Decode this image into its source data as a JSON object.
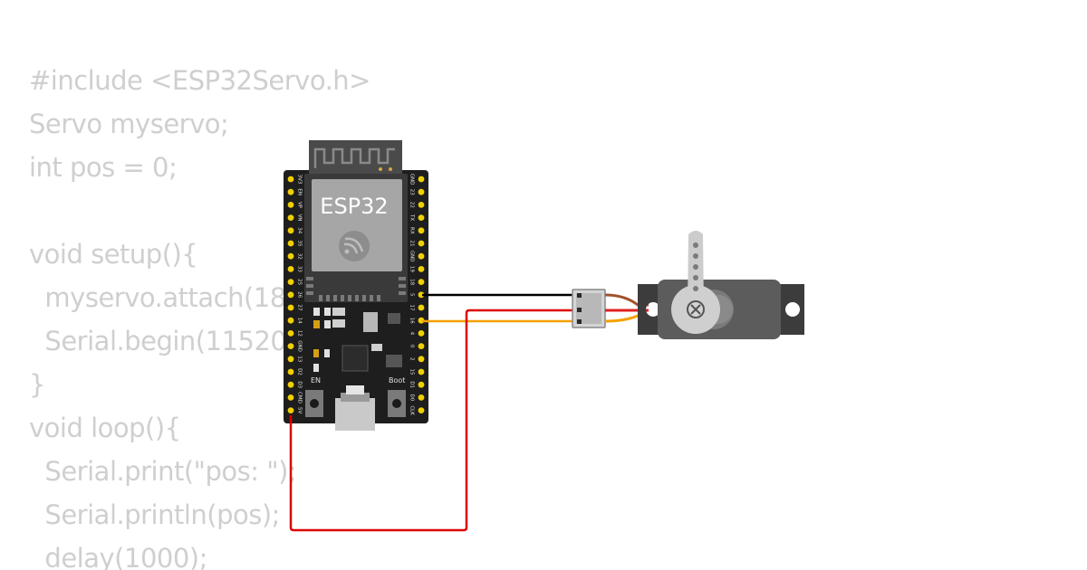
{
  "code_lines": [
    "#include <ESP32Servo.h>",
    "Servo myservo;",
    "int pos = 0;",
    "",
    "void setup(){",
    "  myservo.attach(18);",
    "  Serial.begin(115200);",
    "}",
    "void loop(){",
    "  Serial.print(\"pos: \");",
    "  Serial.println(pos);",
    "  delay(1000);"
  ],
  "esp32": {
    "label": "ESP32",
    "button_en": "EN",
    "button_boot": "Boot",
    "left_pins": [
      "3V3",
      "EN",
      "VP",
      "VN",
      "34",
      "35",
      "32",
      "33",
      "25",
      "26",
      "27",
      "14",
      "12",
      "GND",
      "13",
      "D2",
      "D3",
      "CMD",
      "5V"
    ],
    "right_pins": [
      "GND",
      "23",
      "22",
      "TX",
      "RX",
      "21",
      "GND",
      "19",
      "18",
      "5",
      "17",
      "16",
      "4",
      "0",
      "2",
      "15",
      "D1",
      "D0",
      "CLK"
    ]
  },
  "colors": {
    "code_text": "#cfcfcf",
    "wire_gnd": "#000000",
    "wire_signal": "#f5a000",
    "wire_power": "#dd0000",
    "board": "#1e1e1e",
    "header_pin": "#f0d000",
    "servo_body": "#5c5c5c"
  }
}
